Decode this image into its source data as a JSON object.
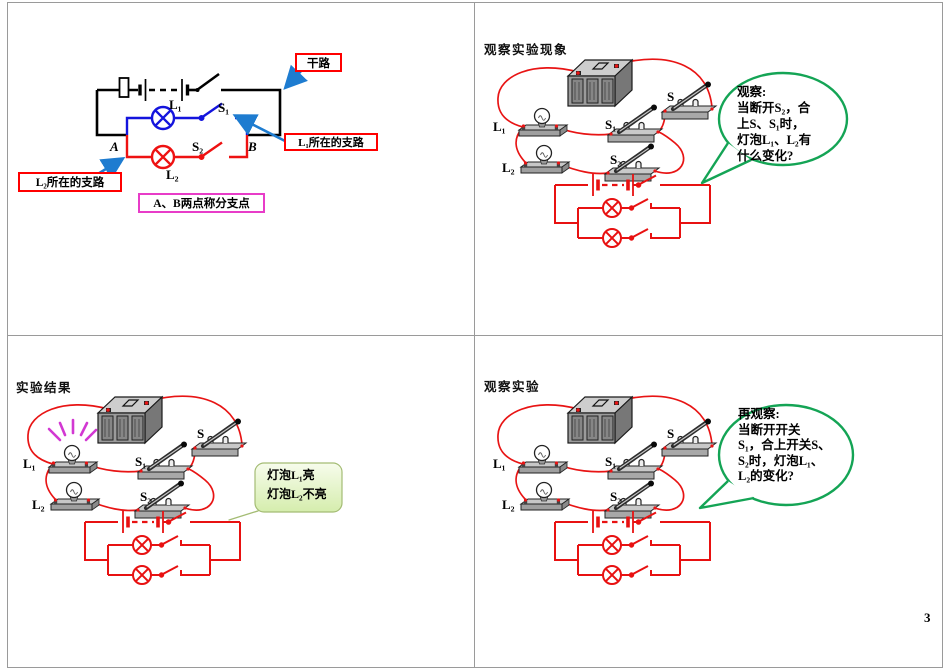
{
  "page_number": "3",
  "component_labels": {
    "l1": "L₁",
    "l2": "L₂",
    "s": "S",
    "s1": "S₁",
    "s2": "S₂"
  },
  "slide_diagram": {
    "label_a": "A",
    "label_b": "B",
    "lamp1": "L₁",
    "lamp2": "L₂",
    "switch1": "S₁",
    "switch2": "S₂",
    "box_trunk": "干路",
    "box_branch_l1": "L₁所在的支路",
    "box_branch_l2": "L₂所在的支路",
    "box_junction": "A、B两点称分支点"
  },
  "slide_observe": {
    "title": "观察实验现象",
    "bubble_lines": [
      "观察:",
      "当断开S₂，合",
      "上S、S₁时，",
      "灯泡L₁、L₂有",
      "什么变化?"
    ]
  },
  "slide_result": {
    "title": "实验结果",
    "callout_lines": [
      "灯泡L₁亮",
      "灯泡L₂不亮"
    ]
  },
  "slide_observe2": {
    "title": "观察实验",
    "bubble_lines": [
      "再观察:",
      "当断开开关",
      "S₁，合上开关S、",
      "S₂时，灯泡L₁、",
      "L₂的变化?"
    ]
  },
  "colors": {
    "wire_red": "#e81414",
    "circuit_blue": "#1414dd",
    "bubble_green": "#14a455",
    "arrow_blue": "#1e7cd0",
    "box_red": "#ff0000",
    "box_magenta": "#e83cc8",
    "glow_magenta": "#d238d2"
  }
}
